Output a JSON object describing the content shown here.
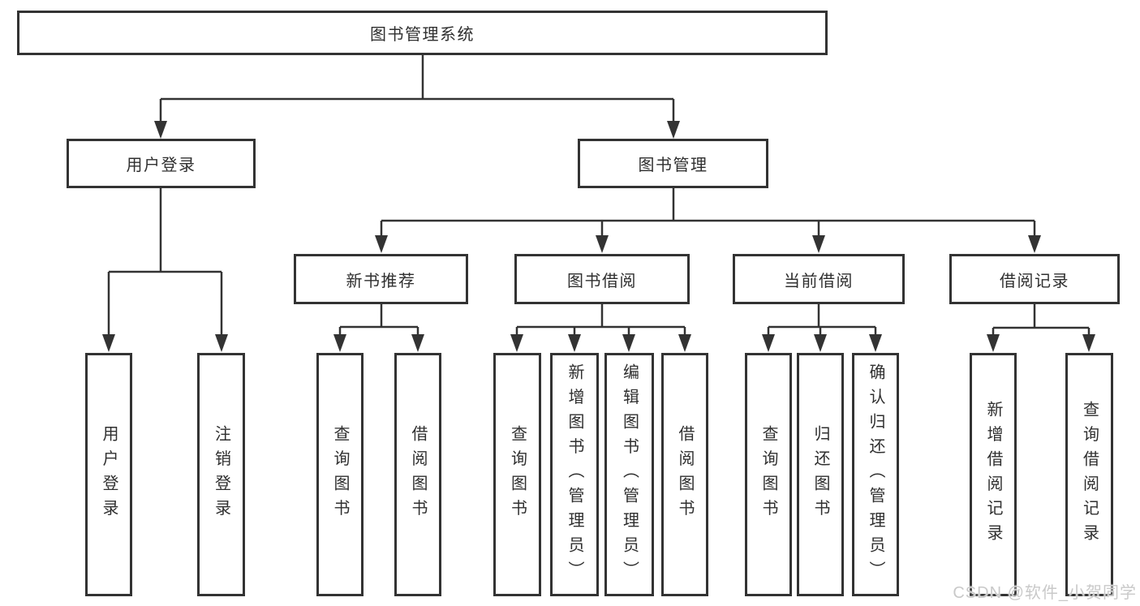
{
  "tree": {
    "label": "图书管理系统",
    "children": [
      {
        "label": "用户登录",
        "children": [
          {
            "label": "用户登录"
          },
          {
            "label": "注销登录"
          }
        ]
      },
      {
        "label": "图书管理",
        "children": [
          {
            "label": "新书推荐",
            "children": [
              {
                "label": "查询图书"
              },
              {
                "label": "借阅图书"
              }
            ]
          },
          {
            "label": "图书借阅",
            "children": [
              {
                "label": "查询图书"
              },
              {
                "label": "新增图书（管理员）"
              },
              {
                "label": "编辑图书（管理员）"
              },
              {
                "label": "借阅图书"
              }
            ]
          },
          {
            "label": "当前借阅",
            "children": [
              {
                "label": "查询图书"
              },
              {
                "label": "归还图书"
              },
              {
                "label": "确认归还（管理员）"
              }
            ]
          },
          {
            "label": "借阅记录",
            "children": [
              {
                "label": "新增借阅记录"
              },
              {
                "label": "查询借阅记录"
              }
            ]
          }
        ]
      }
    ]
  },
  "watermark": "CSDN @软件_小贺同学",
  "colors": {
    "line": "#333333",
    "text": "#2f2f2f",
    "background": "#ffffff",
    "watermark": "#c9c9c9"
  }
}
